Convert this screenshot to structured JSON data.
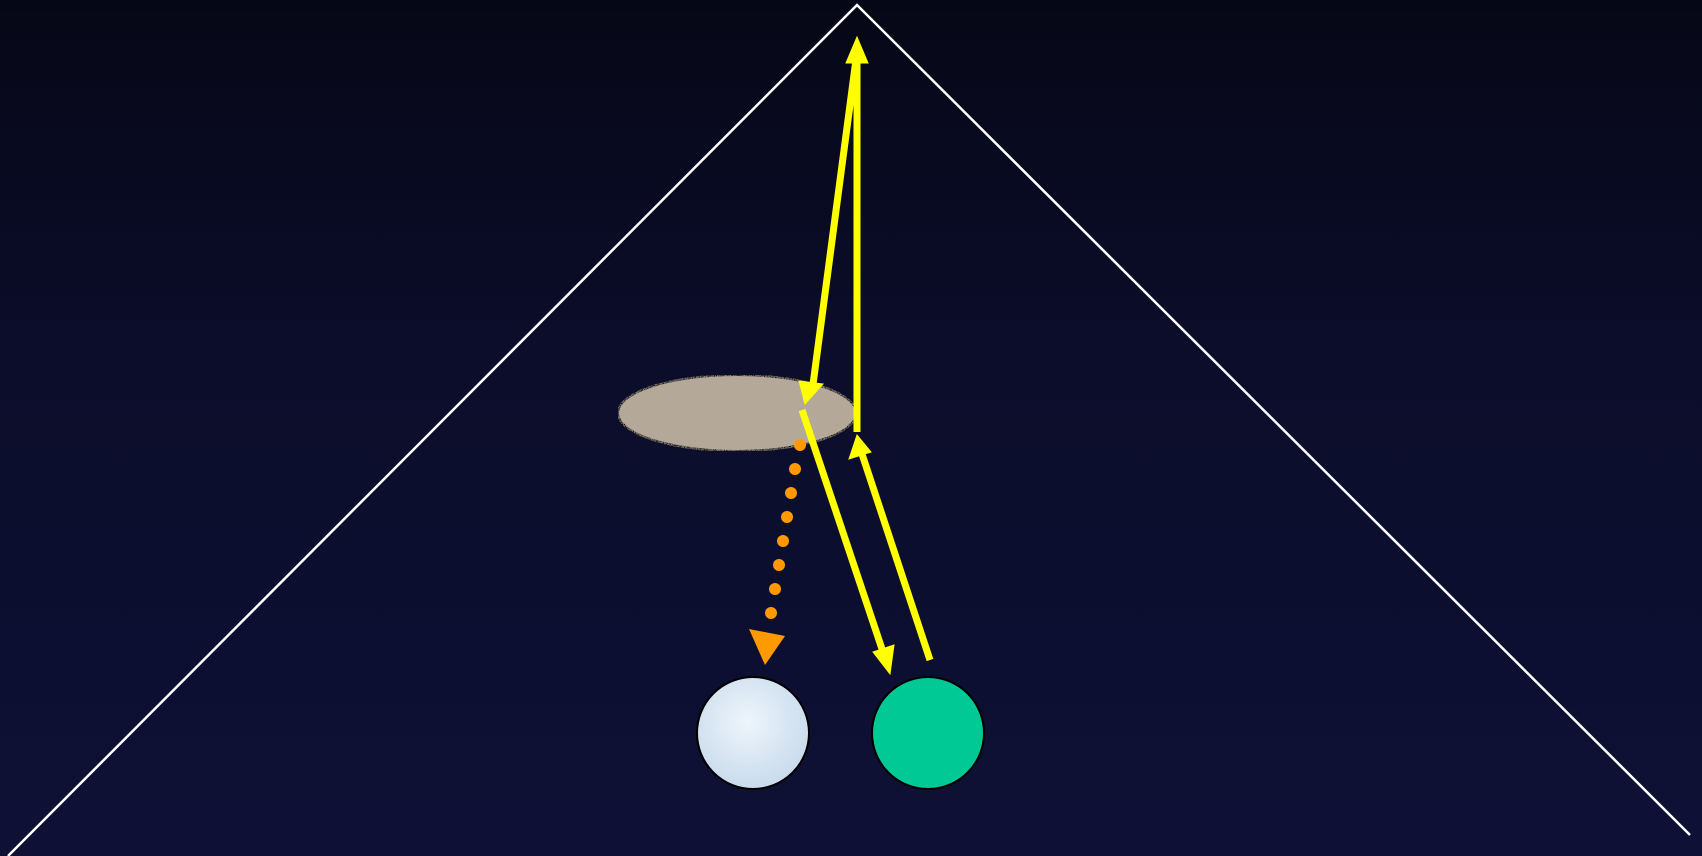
{
  "colors": {
    "background_top": "#060716",
    "background_bottom": "#0e1036",
    "outline": "#ffffff",
    "yellow_arrow": "#ffff00",
    "orange_arrow": "#ff9900",
    "disk_fill": "#b5a898",
    "pale_circle": "#dde9f4",
    "green_circle": "#00c995"
  },
  "elements": {
    "triangle_outline": "triangle-outline",
    "disk": "speckled-ellipse",
    "pale_ball": "pale-blue-ball",
    "green_ball": "green-ball",
    "dotted_arrow": "orange-dotted-arrow",
    "yellow_arrows": [
      "apex-to-disk-arrow",
      "disk-to-apex-arrow",
      "disk-to-green-arrow",
      "green-to-disk-arrow"
    ]
  }
}
